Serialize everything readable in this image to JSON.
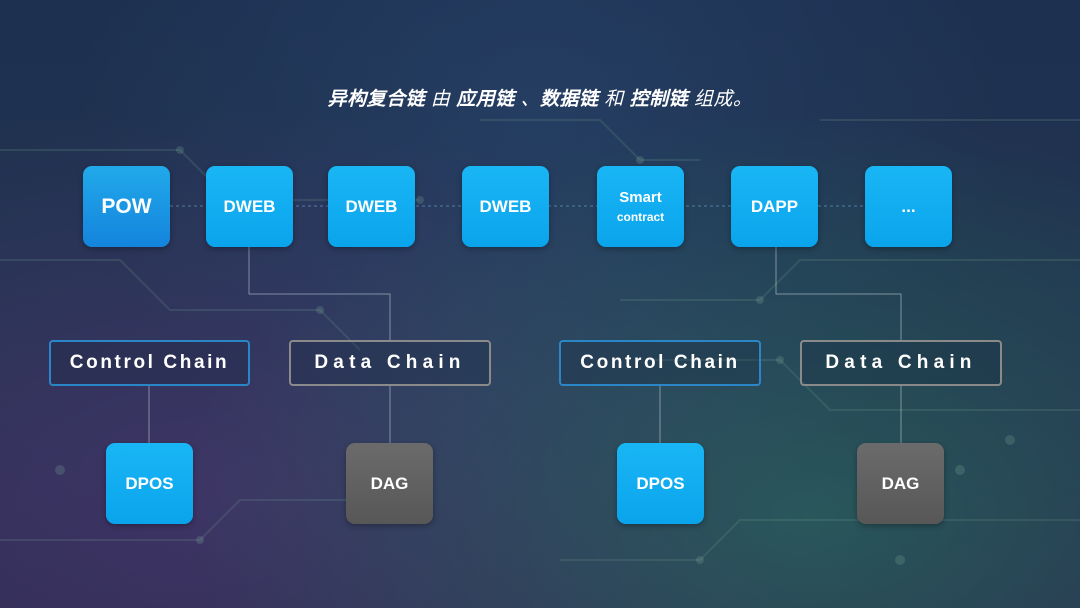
{
  "headline": {
    "part1": "异构复合链",
    "part2": " 由 ",
    "part3": "应用链",
    "part4": " 、",
    "part5": "数据链",
    "part6": " 和 ",
    "part7": "控制链",
    "part8": " 组成。"
  },
  "top_row": [
    "POW",
    "DWEB",
    "DWEB",
    "DWEB",
    "Smart",
    "contract",
    "DAPP",
    "..."
  ],
  "chains": {
    "control_1": "Control Chain",
    "data_1": "Data Chain",
    "control_2": "Control Chain",
    "data_2": "Data Chain"
  },
  "bottom_row": [
    "DPOS",
    "DAG",
    "DPOS",
    "DAG"
  ],
  "colors": {
    "node_blue": "#0aa4ec",
    "node_grey": "#5e5e5e",
    "control_border": "#2a86c6",
    "data_border": "#8a8a8a"
  }
}
